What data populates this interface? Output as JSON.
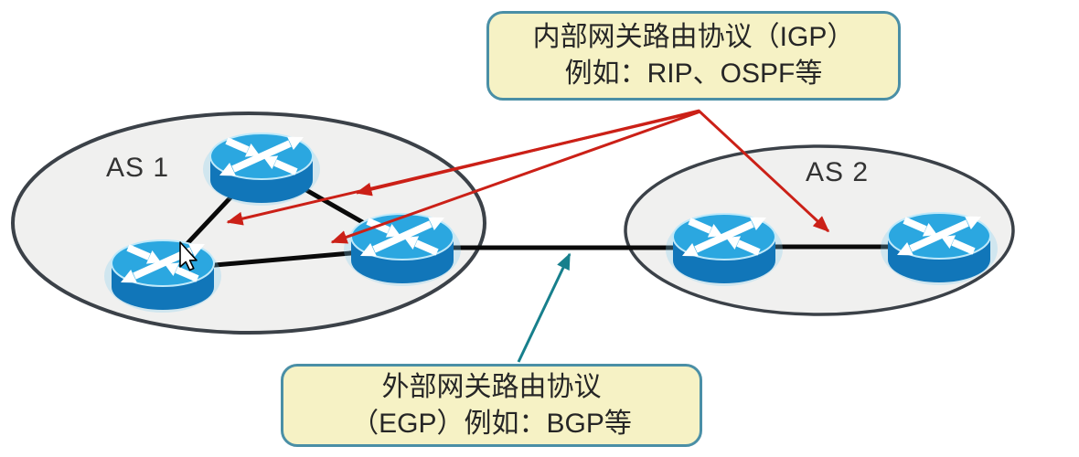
{
  "diagram": {
    "as1_label": "AS 1",
    "as2_label": "AS 2",
    "igp_callout": {
      "line1": "内部网关路由协议（IGP）",
      "line2": "例如：RIP、OSPF等"
    },
    "egp_callout": {
      "line1": "外部网关路由协议",
      "line2": "（EGP）例如：BGP等"
    }
  },
  "colors": {
    "background": "#FFFFFF",
    "as_ellipse_fill": "#F0F0EF",
    "as_ellipse_border": "#3B4148",
    "link_line": "#0A0A0A",
    "router_top": "#2BA7E0",
    "router_body": "#1176B9",
    "router_arrows": "#FFFFFF",
    "igp_arrow_red": "#CB2017",
    "egp_arrow_teal": "#177F8C",
    "callout_fill": "#F6F2C5",
    "callout_border": "#4A8FA6",
    "callout_text": "#262626",
    "as_label_text": "#333333"
  }
}
